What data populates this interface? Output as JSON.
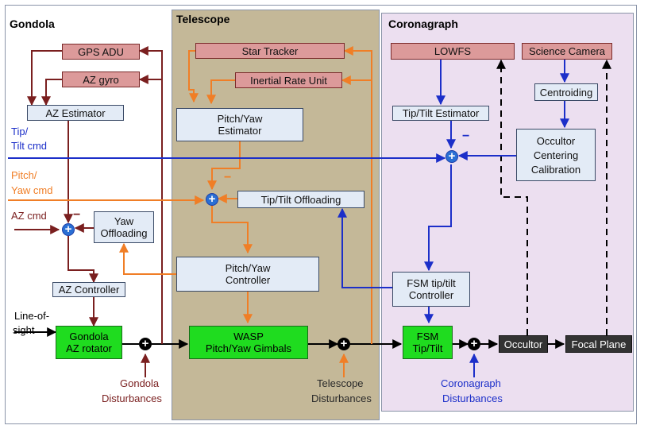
{
  "colors": {
    "gondola_bg": "#ffffff",
    "telescope_bg": "#c4b898",
    "coronagraph_bg": "#ecdff0",
    "brown_signal": "#7a1f1f",
    "orange_signal": "#f07e26",
    "blue_signal": "#1c2fc9",
    "black_signal": "#000000",
    "sensor_box": "#dc9a9a",
    "processing_box": "#e3ebf6",
    "actuator_box": "#1fdc1f",
    "optical_box": "#333333"
  },
  "panels": {
    "gondola": "Gondola",
    "telescope": "Telescope",
    "coronagraph": "Coronagraph"
  },
  "boxes": {
    "gps_adu": "GPS ADU",
    "az_gyro": "AZ gyro",
    "az_estimator": "AZ Estimator",
    "yaw_offloading_1": "Yaw",
    "yaw_offloading_2": "Offloading",
    "az_controller": "AZ Controller",
    "gondola_rotator_1": "Gondola",
    "gondola_rotator_2": "AZ rotator",
    "star_tracker": "Star Tracker",
    "inertial_rate_unit": "Inertial Rate Unit",
    "pitch_yaw_estimator_1": "Pitch/Yaw",
    "pitch_yaw_estimator_2": "Estimator",
    "tip_tilt_offloading": "Tip/Tilt Offloading",
    "pitch_yaw_controller_1": "Pitch/Yaw",
    "pitch_yaw_controller_2": "Controller",
    "wasp_1": "WASP",
    "wasp_2": "Pitch/Yaw Gimbals",
    "lowfs": "LOWFS",
    "science_camera": "Science Camera",
    "tip_tilt_estimator": "Tip/Tilt Estimator",
    "centroiding": "Centroiding",
    "occultor_centering_1": "Occultor",
    "occultor_centering_2": "Centering",
    "occultor_centering_3": "Calibration",
    "fsm_controller_1": "FSM tip/tilt",
    "fsm_controller_2": "Controller",
    "fsm_1": "FSM",
    "fsm_2": "Tip/Tilt",
    "occultor": "Occultor",
    "focal_plane": "Focal Plane"
  },
  "inputs": {
    "tip_tilt_cmd_1": "Tip/",
    "tip_tilt_cmd_2": "Tilt cmd",
    "pitch_yaw_cmd_1": "Pitch/",
    "pitch_yaw_cmd_2": "Yaw cmd",
    "az_cmd": "AZ cmd",
    "line_of_sight_1": "Line-of-",
    "line_of_sight_2": "sight"
  },
  "disturbances": {
    "gondola_1": "Gondola",
    "gondola_2": "Disturbances",
    "telescope_1": "Telescope",
    "telescope_2": "Disturbances",
    "coronagraph_1": "Coronagraph",
    "coronagraph_2": "Disturbances"
  },
  "sum_symbol": "+",
  "minus_sign": "−"
}
